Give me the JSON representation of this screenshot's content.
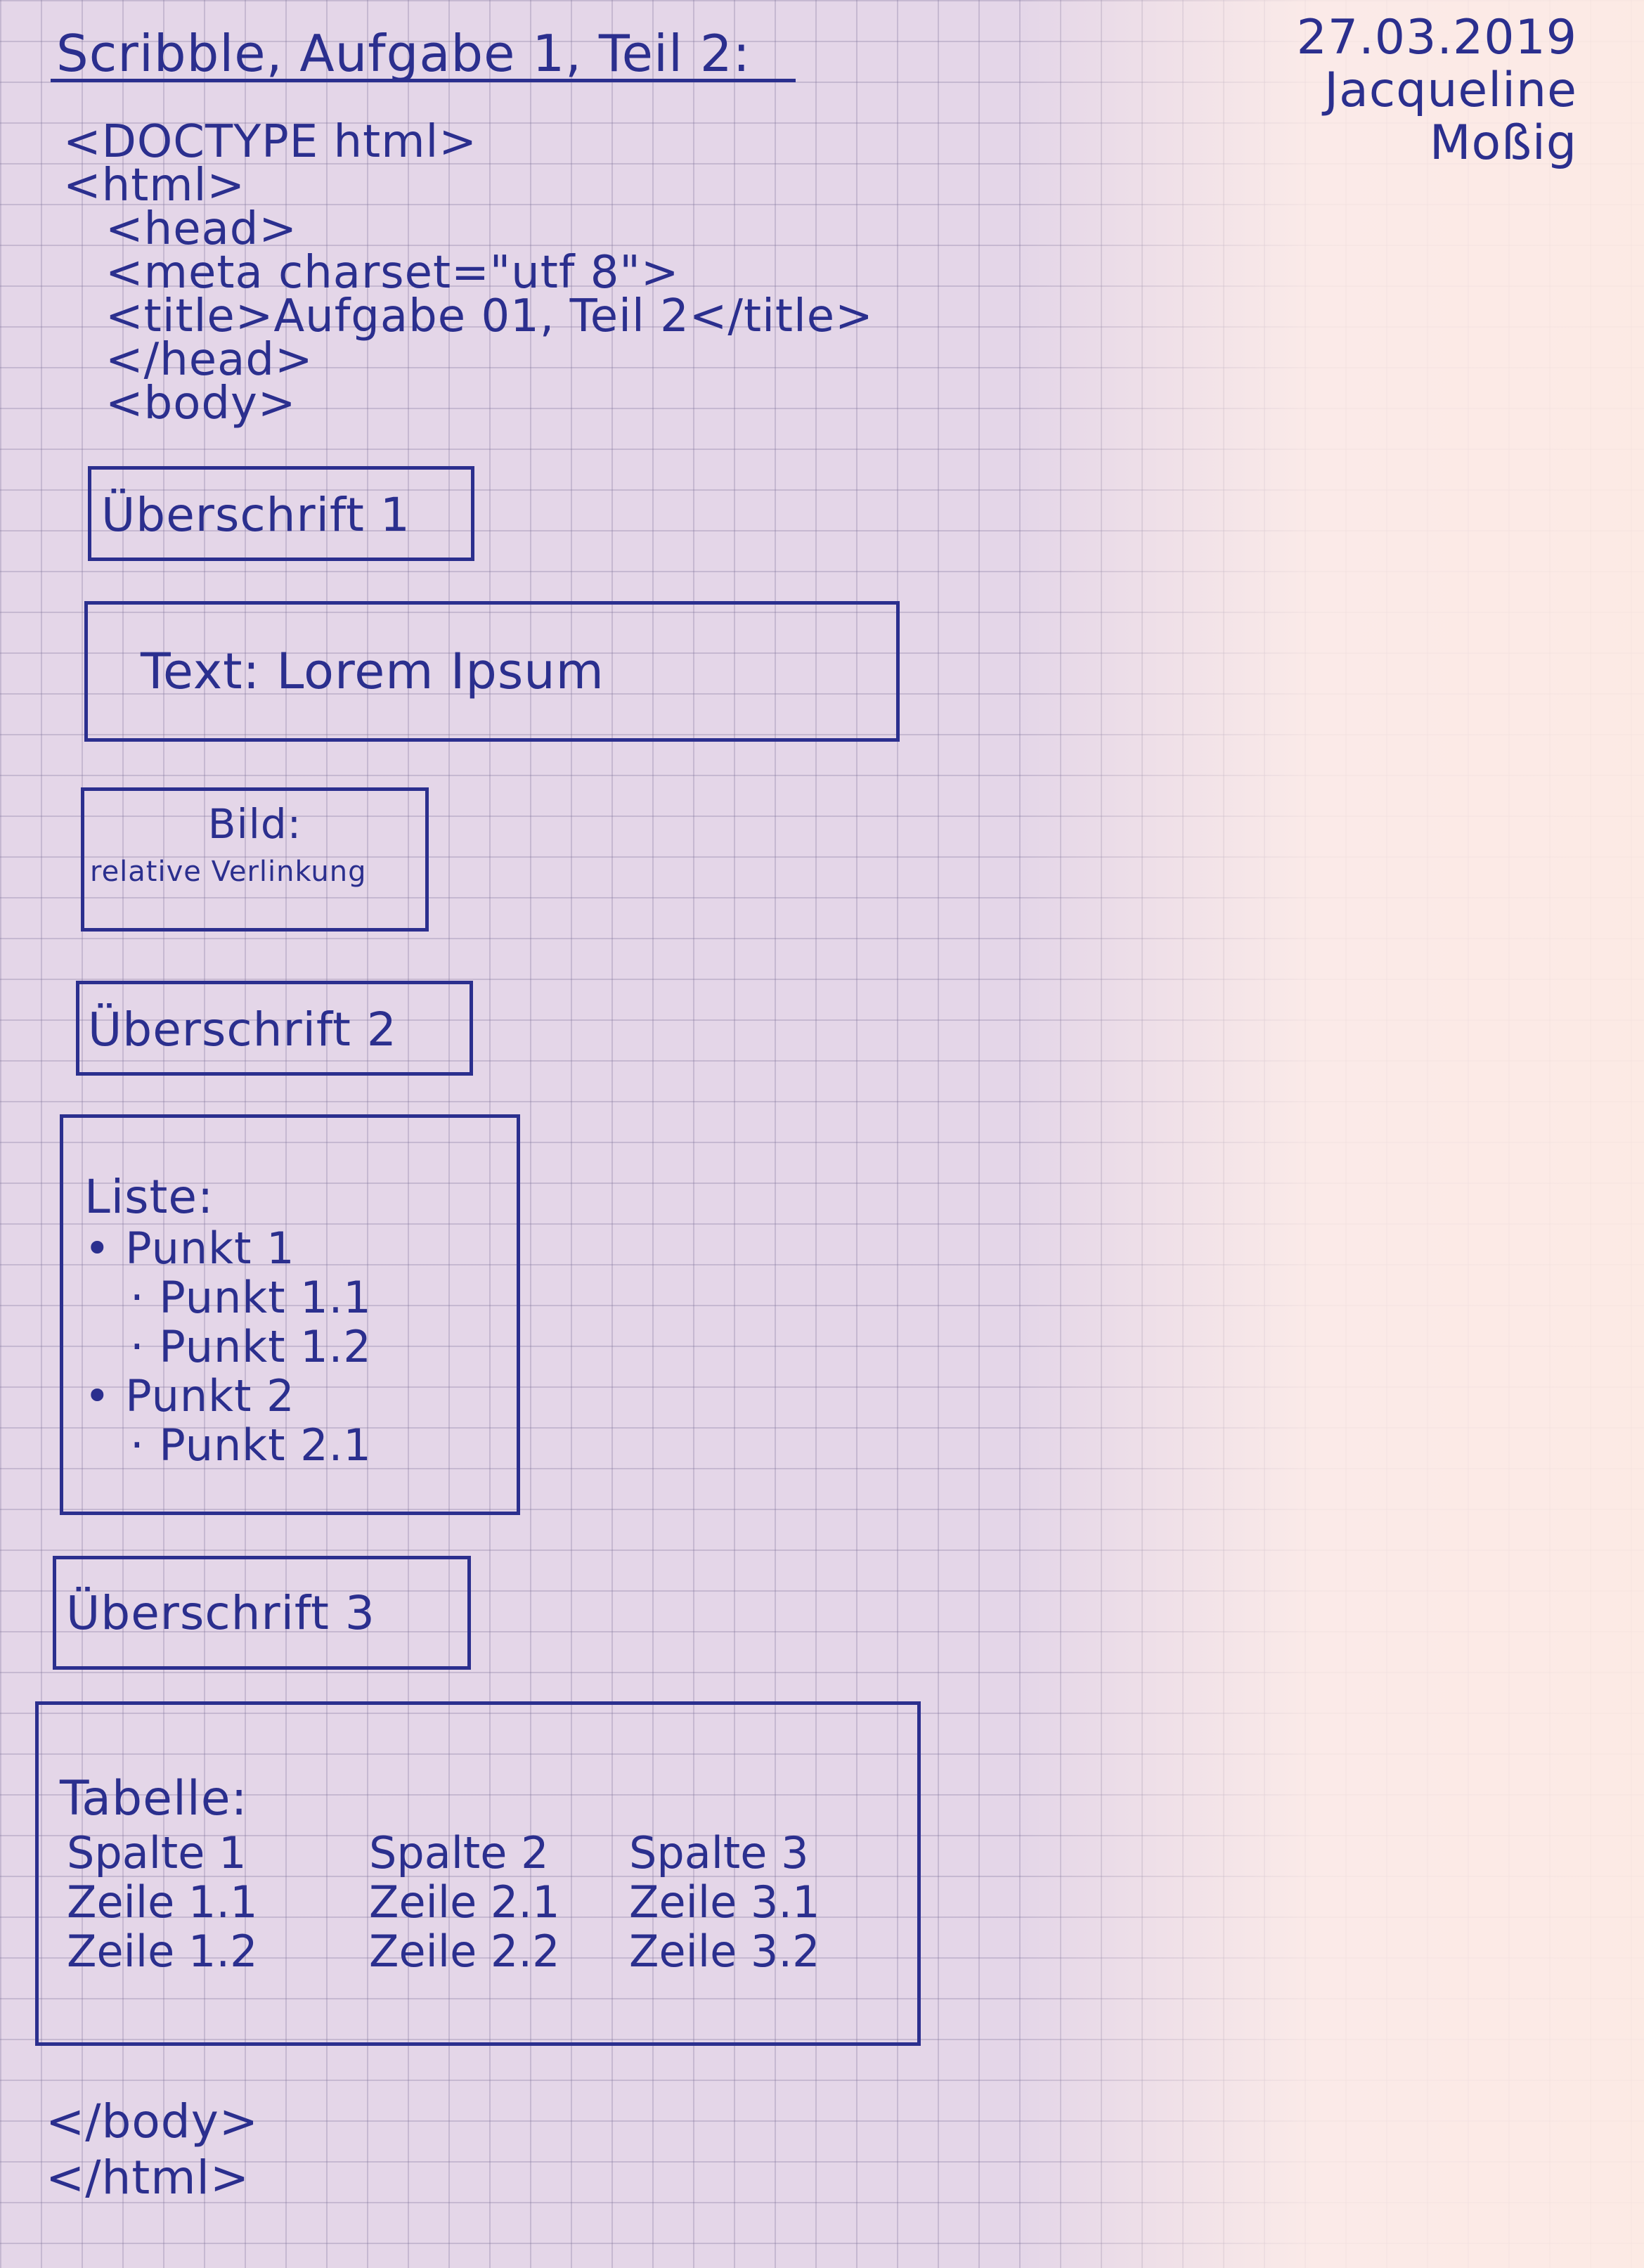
{
  "header": {
    "title": "Scribble, Aufgabe 1, Teil 2:",
    "date": "27.03.2019",
    "author_first": "Jacqueline",
    "author_last": "Moßig"
  },
  "code_top": [
    "<DOCTYPE html>",
    "<html>",
    "<head>",
    "<meta charset=\"utf 8\">",
    "<title>Aufgabe 01, Teil 2</title>",
    "</head>",
    "<body>"
  ],
  "blocks": {
    "heading1": "Überschrift 1",
    "text": "Text: Lorem Ipsum",
    "image_label": "Bild:",
    "image_sub": "relative Verlinkung",
    "heading2": "Überschrift 2",
    "list_label": "Liste:",
    "list_items": [
      "• Punkt 1",
      "· Punkt 1.1",
      "· Punkt 1.2",
      "• Punkt 2",
      "· Punkt 2.1"
    ],
    "heading3": "Überschrift 3",
    "table_label": "Tabelle:",
    "table_rows": [
      [
        "Spalte 1",
        "Spalte 2",
        "Spalte 3"
      ],
      [
        "Zeile 1.1",
        "Zeile 2.1",
        "Zeile 3.1"
      ],
      [
        "Zeile 1.2",
        "Zeile 2.2",
        "Zeile 3.2"
      ]
    ]
  },
  "code_bottom": [
    "</body>",
    "</html>"
  ]
}
